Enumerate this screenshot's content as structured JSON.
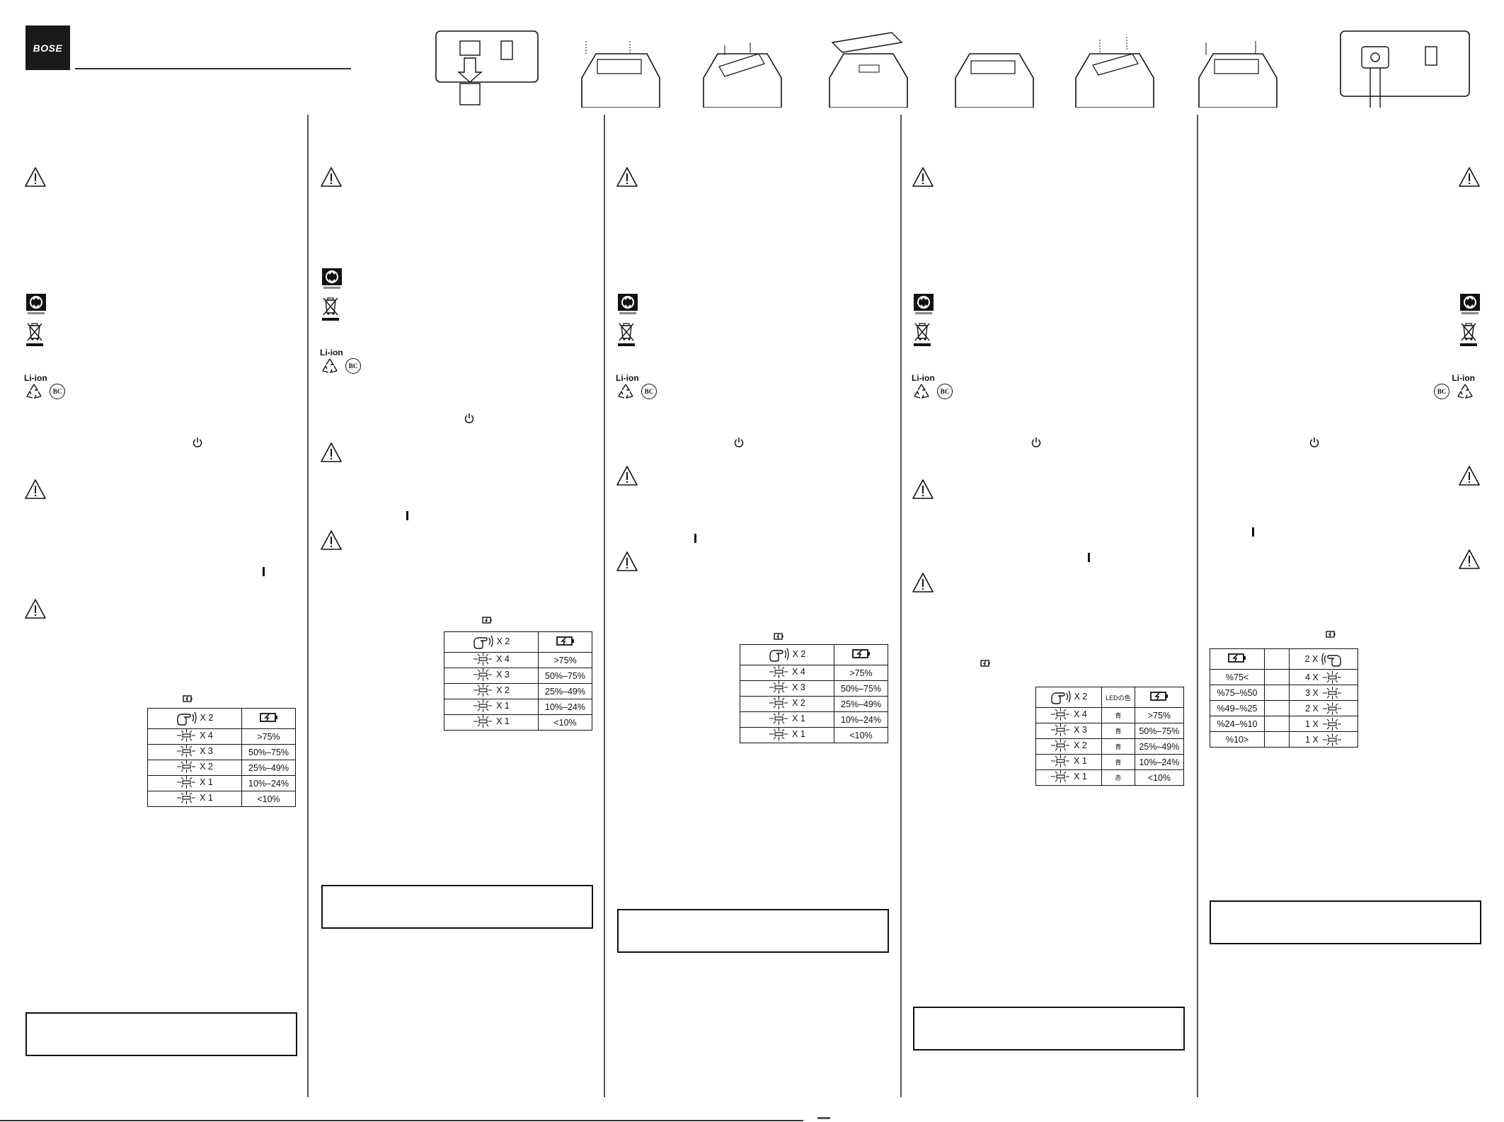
{
  "brand": "BOSE",
  "symbols": {
    "li_ion": "Li-ion",
    "bc_mark": "BC"
  },
  "led_tables": {
    "header_press_count": "X 2",
    "header_press_count_reversed": "2 X",
    "header_led_color": "LEDの色",
    "rows_default": [
      {
        "count": "X 4",
        "level": ">75%"
      },
      {
        "count": "X 3",
        "level": "50%–75%"
      },
      {
        "count": "X 2",
        "level": "25%–49%"
      },
      {
        "count": "X 1",
        "level": "10%–24%"
      },
      {
        "count": "X 1",
        "level": "<10%"
      }
    ],
    "rows_japanese": [
      {
        "count": "X 4",
        "color": "青",
        "level": ">75%"
      },
      {
        "count": "X 3",
        "color": "青",
        "level": "50%–75%"
      },
      {
        "count": "X 2",
        "color": "青",
        "level": "25%–49%"
      },
      {
        "count": "X 1",
        "color": "青",
        "level": "10%–24%"
      },
      {
        "count": "X 1",
        "color": "赤",
        "level": "<10%"
      }
    ],
    "rows_rtl": [
      {
        "level": "%75<",
        "count": "4 X"
      },
      {
        "level": "%75–%50",
        "count": "3 X"
      },
      {
        "level": "%49–%25",
        "count": "2 X"
      },
      {
        "level": "%24–%10",
        "count": "1 X"
      },
      {
        "level": "%10>",
        "count": "1 X"
      }
    ]
  }
}
